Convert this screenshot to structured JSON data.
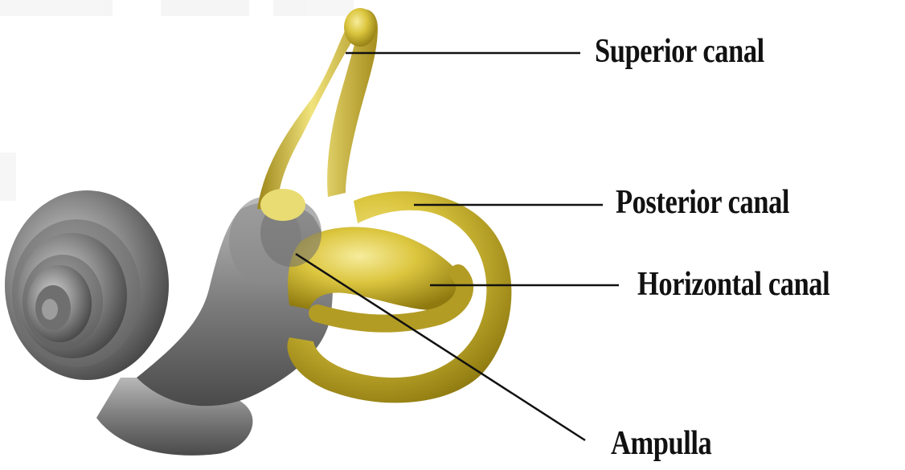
{
  "labels": {
    "superior": "Superior canal",
    "posterior": "Posterior canal",
    "horizontal": "Horizontal canal",
    "ampulla": "Ampulla"
  },
  "colors": {
    "canal_yellow": "#d8c13a",
    "canal_highlight": "#f3e78a",
    "canal_shadow": "#8f7a10",
    "cochlea_gray": "#7a7a7a",
    "cochlea_dark": "#3c3c3c",
    "cochlea_light": "#c9c9c9",
    "leader_line": "#111111"
  }
}
